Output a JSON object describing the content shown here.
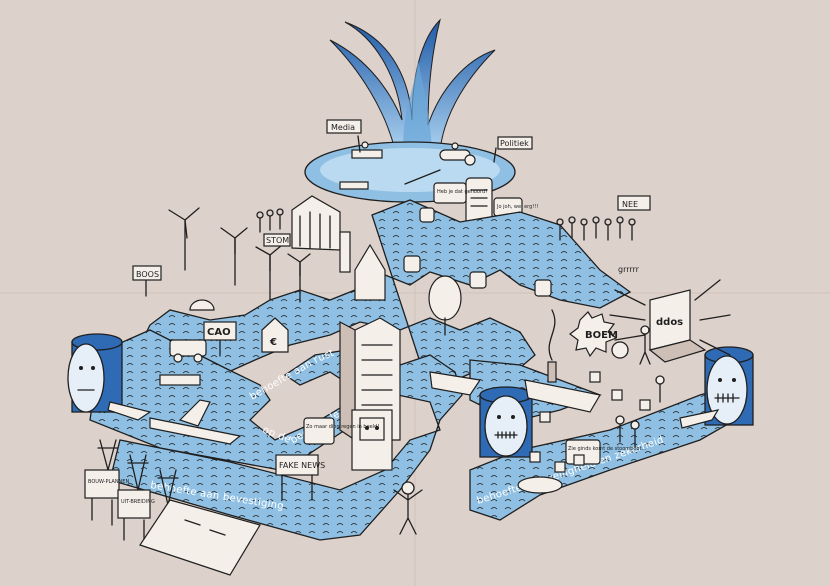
{
  "labels": {
    "media": "Media",
    "politiek": "Politiek",
    "bubble_heb": "Heb je dat gehoord?",
    "bubble_jo": "Jo joh, wel erg!!!",
    "boos": "BOOS",
    "stom": "STOM",
    "cao": "CAO",
    "euro": "€",
    "neeee": "NEE",
    "grrrr": "grrrrr",
    "ddos": "ddos",
    "boem": "BOEM",
    "zoo_maar": "Zo maar ding regen in beeld!",
    "fake_news": "FAKE NEWS",
    "zie_ginds": "Zie ginds komt de stoomboot...",
    "bouwplannen": "BOUW-PLANNEN",
    "uitbreiding": "UIT-BREIDING"
  },
  "rivers": {
    "op_een_rij": "behoefte aan rust",
    "beeld": "op de beelden leven",
    "bevestiging": "behoefte aan bevestiging",
    "veiligheid": "behoefte aan veiligheid en zekerheid"
  },
  "colors": {
    "background": "#ddd1cb",
    "water": "#8fc0e3",
    "water_light": "#b9daf0",
    "drum": "#2f6bb5",
    "ink": "#1f1f1f"
  }
}
